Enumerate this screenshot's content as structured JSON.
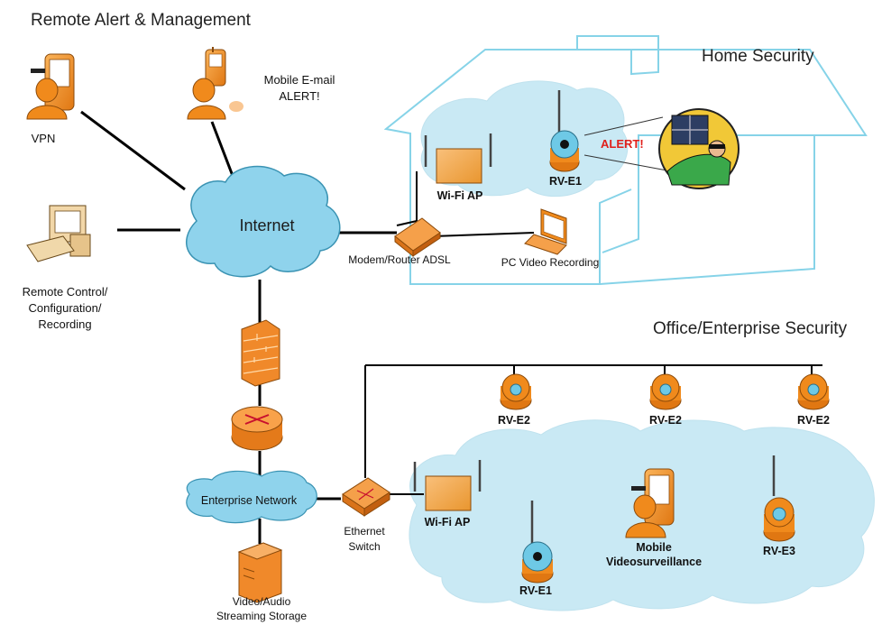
{
  "sections": {
    "remote": "Remote Alert & Management",
    "home": "Home Security",
    "office": "Office/Enterprise Security"
  },
  "clouds": {
    "internet": "Internet",
    "enterprise": "Enterprise Network"
  },
  "nodes": {
    "vpn": "VPN",
    "mobile_email_1": "Mobile E-mail",
    "mobile_email_2": "ALERT!",
    "remote_control_1": "Remote Control/",
    "remote_control_2": "Configuration/",
    "remote_control_3": "Recording",
    "wifi_ap_home": "Wi-Fi AP",
    "rv_e1_home": "RV-E1",
    "alert": "ALERT!",
    "modem": "Modem/Router ADSL",
    "pc_video": "PC Video Recording",
    "rv_e2_a": "RV-E2",
    "rv_e2_b": "RV-E2",
    "rv_e2_c": "RV-E2",
    "ethernet_1": "Ethernet",
    "ethernet_2": "Switch",
    "wifi_ap_office": "Wi-Fi AP",
    "rv_e1_office": "RV-E1",
    "mobile_vs_1": "Mobile",
    "mobile_vs_2": "Videosurveillance",
    "rv_e3": "RV-E3",
    "storage_1": "Video/Audio",
    "storage_2": "Streaming Storage"
  },
  "colors": {
    "house_outline": "#7fd0e6",
    "cloud_fill": "#c9e9f4",
    "internet_cloud": "#8fd3ec",
    "device_orange": "#f08a1c",
    "camera_blue": "#6ec9e6",
    "alert_red": "#e0201b"
  }
}
